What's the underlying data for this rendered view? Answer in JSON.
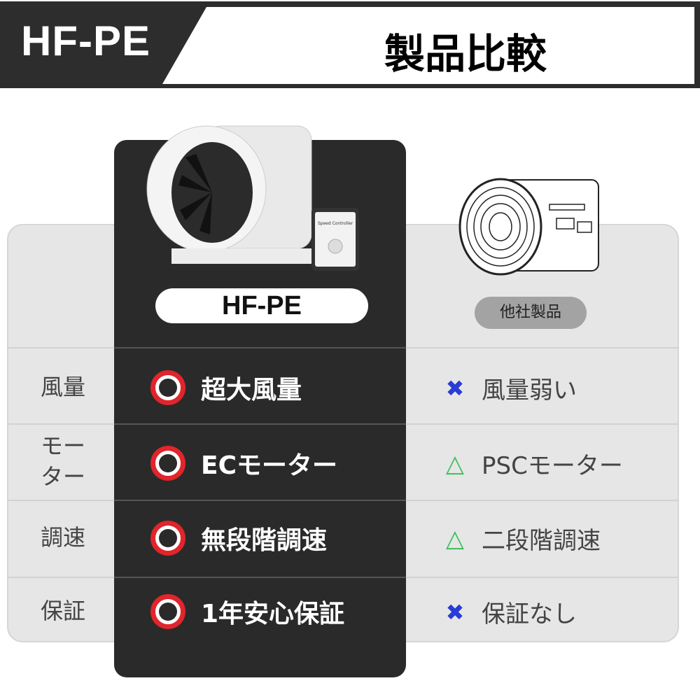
{
  "header": {
    "brand": "HF-PE",
    "title": "製品比較"
  },
  "product": {
    "name": "HF-PE",
    "controller_label": "Speed Controller"
  },
  "competitor": {
    "name": "他社製品"
  },
  "rows": [
    {
      "label": "風量",
      "ours": "超大風量",
      "theirs": "風量弱い",
      "theirs_icon": "cross"
    },
    {
      "label": "モー\nター",
      "ours": "ECモーター",
      "theirs": "PSCモーター",
      "theirs_icon": "triangle"
    },
    {
      "label": "調速",
      "ours": "無段階調速",
      "theirs": "二段階調速",
      "theirs_icon": "triangle"
    },
    {
      "label": "保証",
      "ours": "1年安心保証",
      "theirs": "保証なし",
      "theirs_icon": "cross"
    }
  ],
  "colors": {
    "card": "#2a2a2a",
    "panel": "#e6e6e6",
    "circle": "#e0252b",
    "cross": "#2b3bd6",
    "triangle": "#3cbf5a"
  },
  "icons": {
    "ours": "red-circle-icon",
    "cross": "x-mark-icon",
    "triangle": "triangle-icon"
  }
}
